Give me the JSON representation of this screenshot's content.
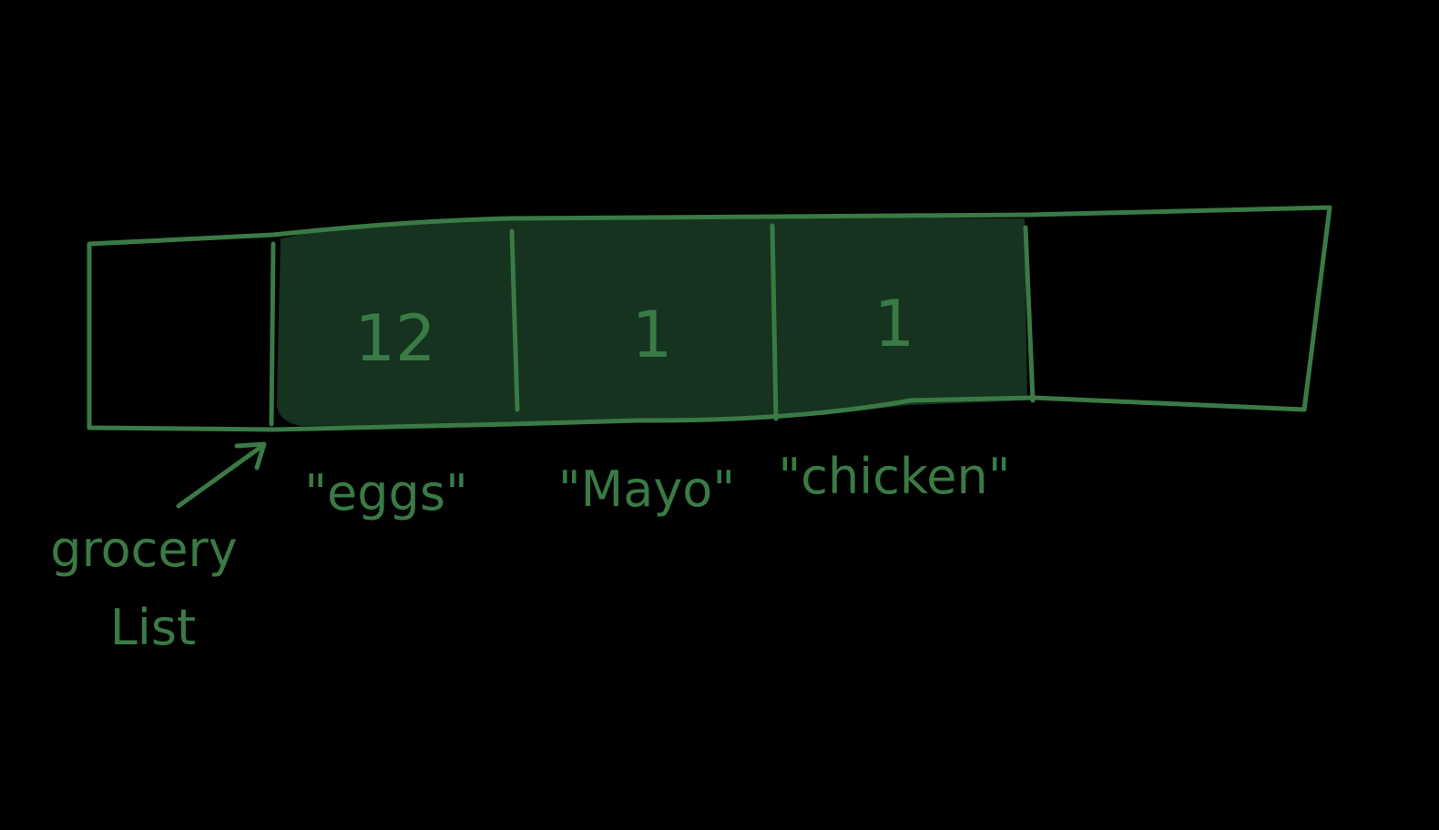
{
  "colors": {
    "background": "#000000",
    "ink": "#3a7a45",
    "fill": "#15331f"
  },
  "memory": {
    "cells": [
      {
        "value": "",
        "label": "",
        "filled": false
      },
      {
        "value": "12",
        "label": "\"eggs\"",
        "filled": true
      },
      {
        "value": "1",
        "label": "\"Mayo\"",
        "filled": true
      },
      {
        "value": "1",
        "label": "\"chicken\"",
        "filled": true
      },
      {
        "value": "",
        "label": "",
        "filled": false
      }
    ]
  },
  "pointer": {
    "label_line1": "grocery",
    "label_line2": "List"
  }
}
